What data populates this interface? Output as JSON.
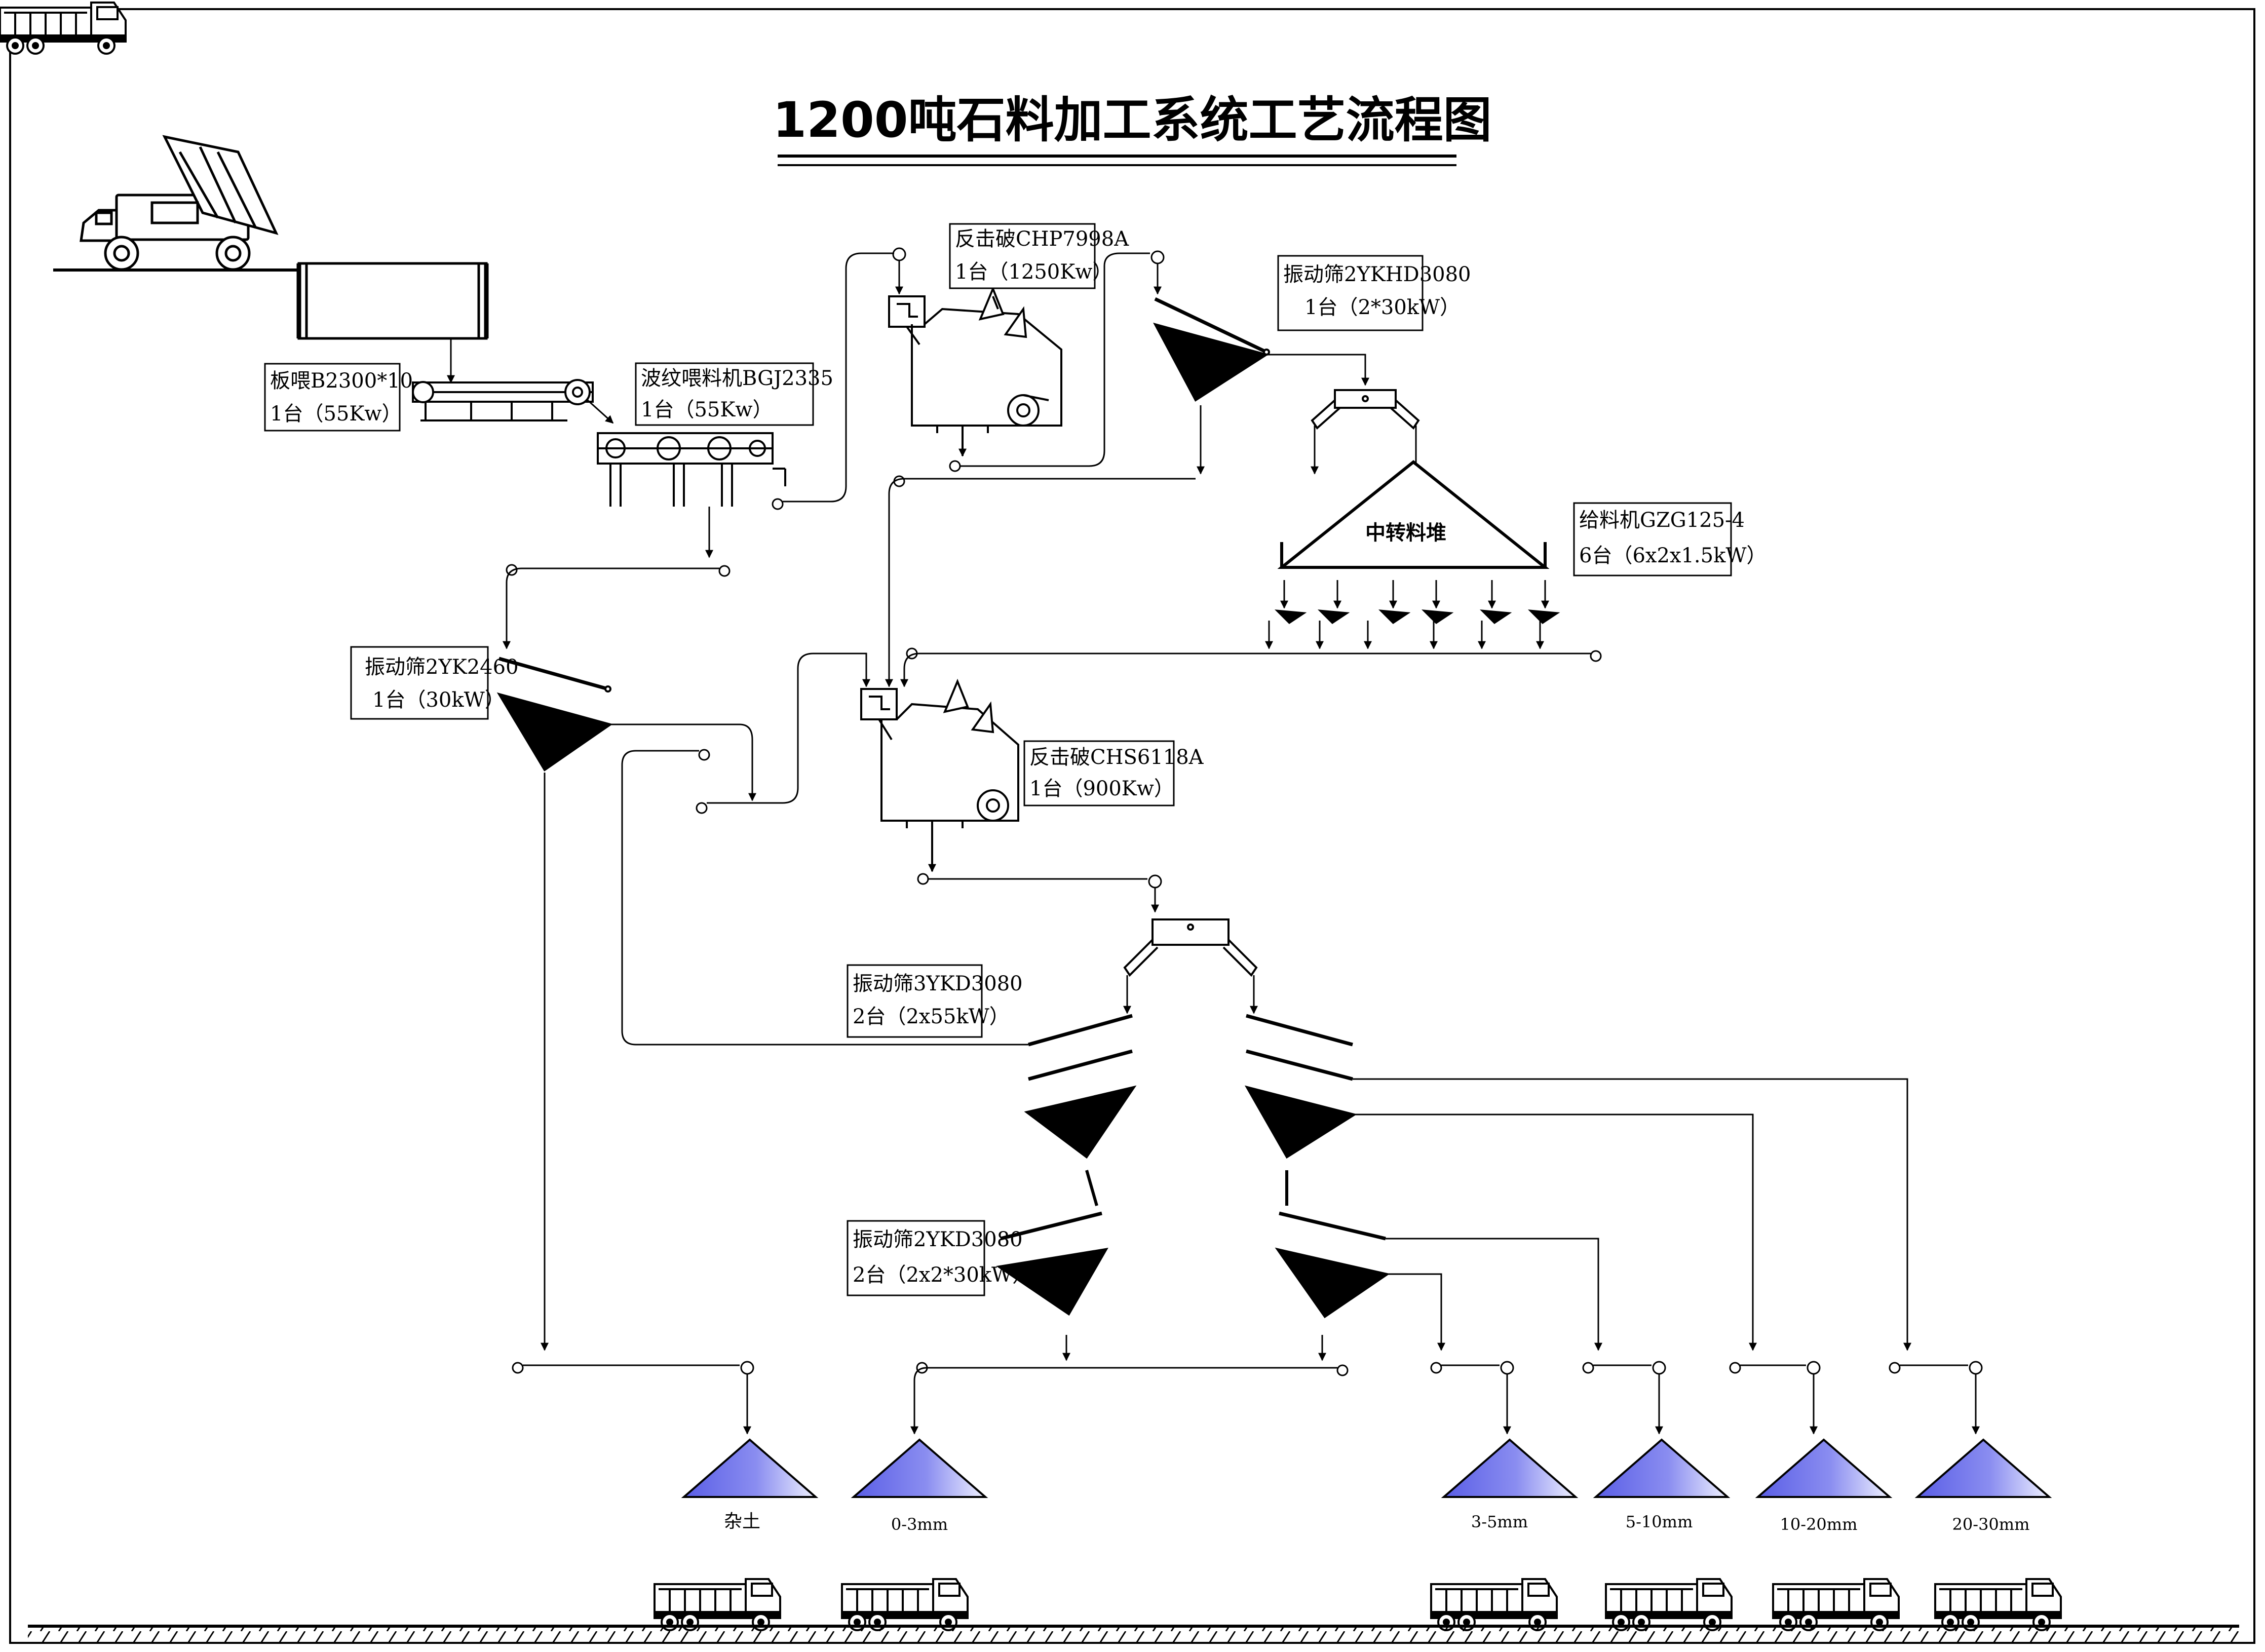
{
  "title": "1200吨石料加工系统工艺流程图",
  "colors": {
    "line": "#000000",
    "pile": "#5a5ee6",
    "pile_light": "#eef0ff"
  },
  "icons": [
    "dump-truck-icon",
    "hopper-icon",
    "conveyor-icon",
    "crusher-icon",
    "screen-icon",
    "feeder-icon",
    "stockpile-icon",
    "haul-truck-icon"
  ],
  "equipment": {
    "plate_feeder": {
      "name": "板喂B2300*10",
      "spec": "1台（55Kw）"
    },
    "wave_feeder": {
      "name": "波纹喂料机BGJ2335",
      "spec": "1台（55Kw）"
    },
    "crusher1": {
      "name": "反击破CHP7998A",
      "spec": "1台（1250Kw）"
    },
    "screen_hd": {
      "name": "振动筛2YKHD3080",
      "spec": "1台（2*30kW）"
    },
    "feeder_gzg": {
      "name": "给料机GZG125-4",
      "spec": "6台（6x2x1.5kW）"
    },
    "screen_2yk": {
      "name": "振动筛2YK2460",
      "spec": "1台（30kW）"
    },
    "crusher2": {
      "name": "反击破CHS6118A",
      "spec": "1台（900Kw）"
    },
    "screen_3ykd": {
      "name": "振动筛3YKD3080",
      "spec": "2台（2x55kW）"
    },
    "screen_2ykd": {
      "name": "振动筛2YKD3080",
      "spec": "2台（2x2*30kW）"
    }
  },
  "intermediate_pile": "中转料堆",
  "products": [
    "杂土",
    "0-3mm",
    "3-5mm",
    "5-10mm",
    "10-20mm",
    "20-30mm"
  ]
}
